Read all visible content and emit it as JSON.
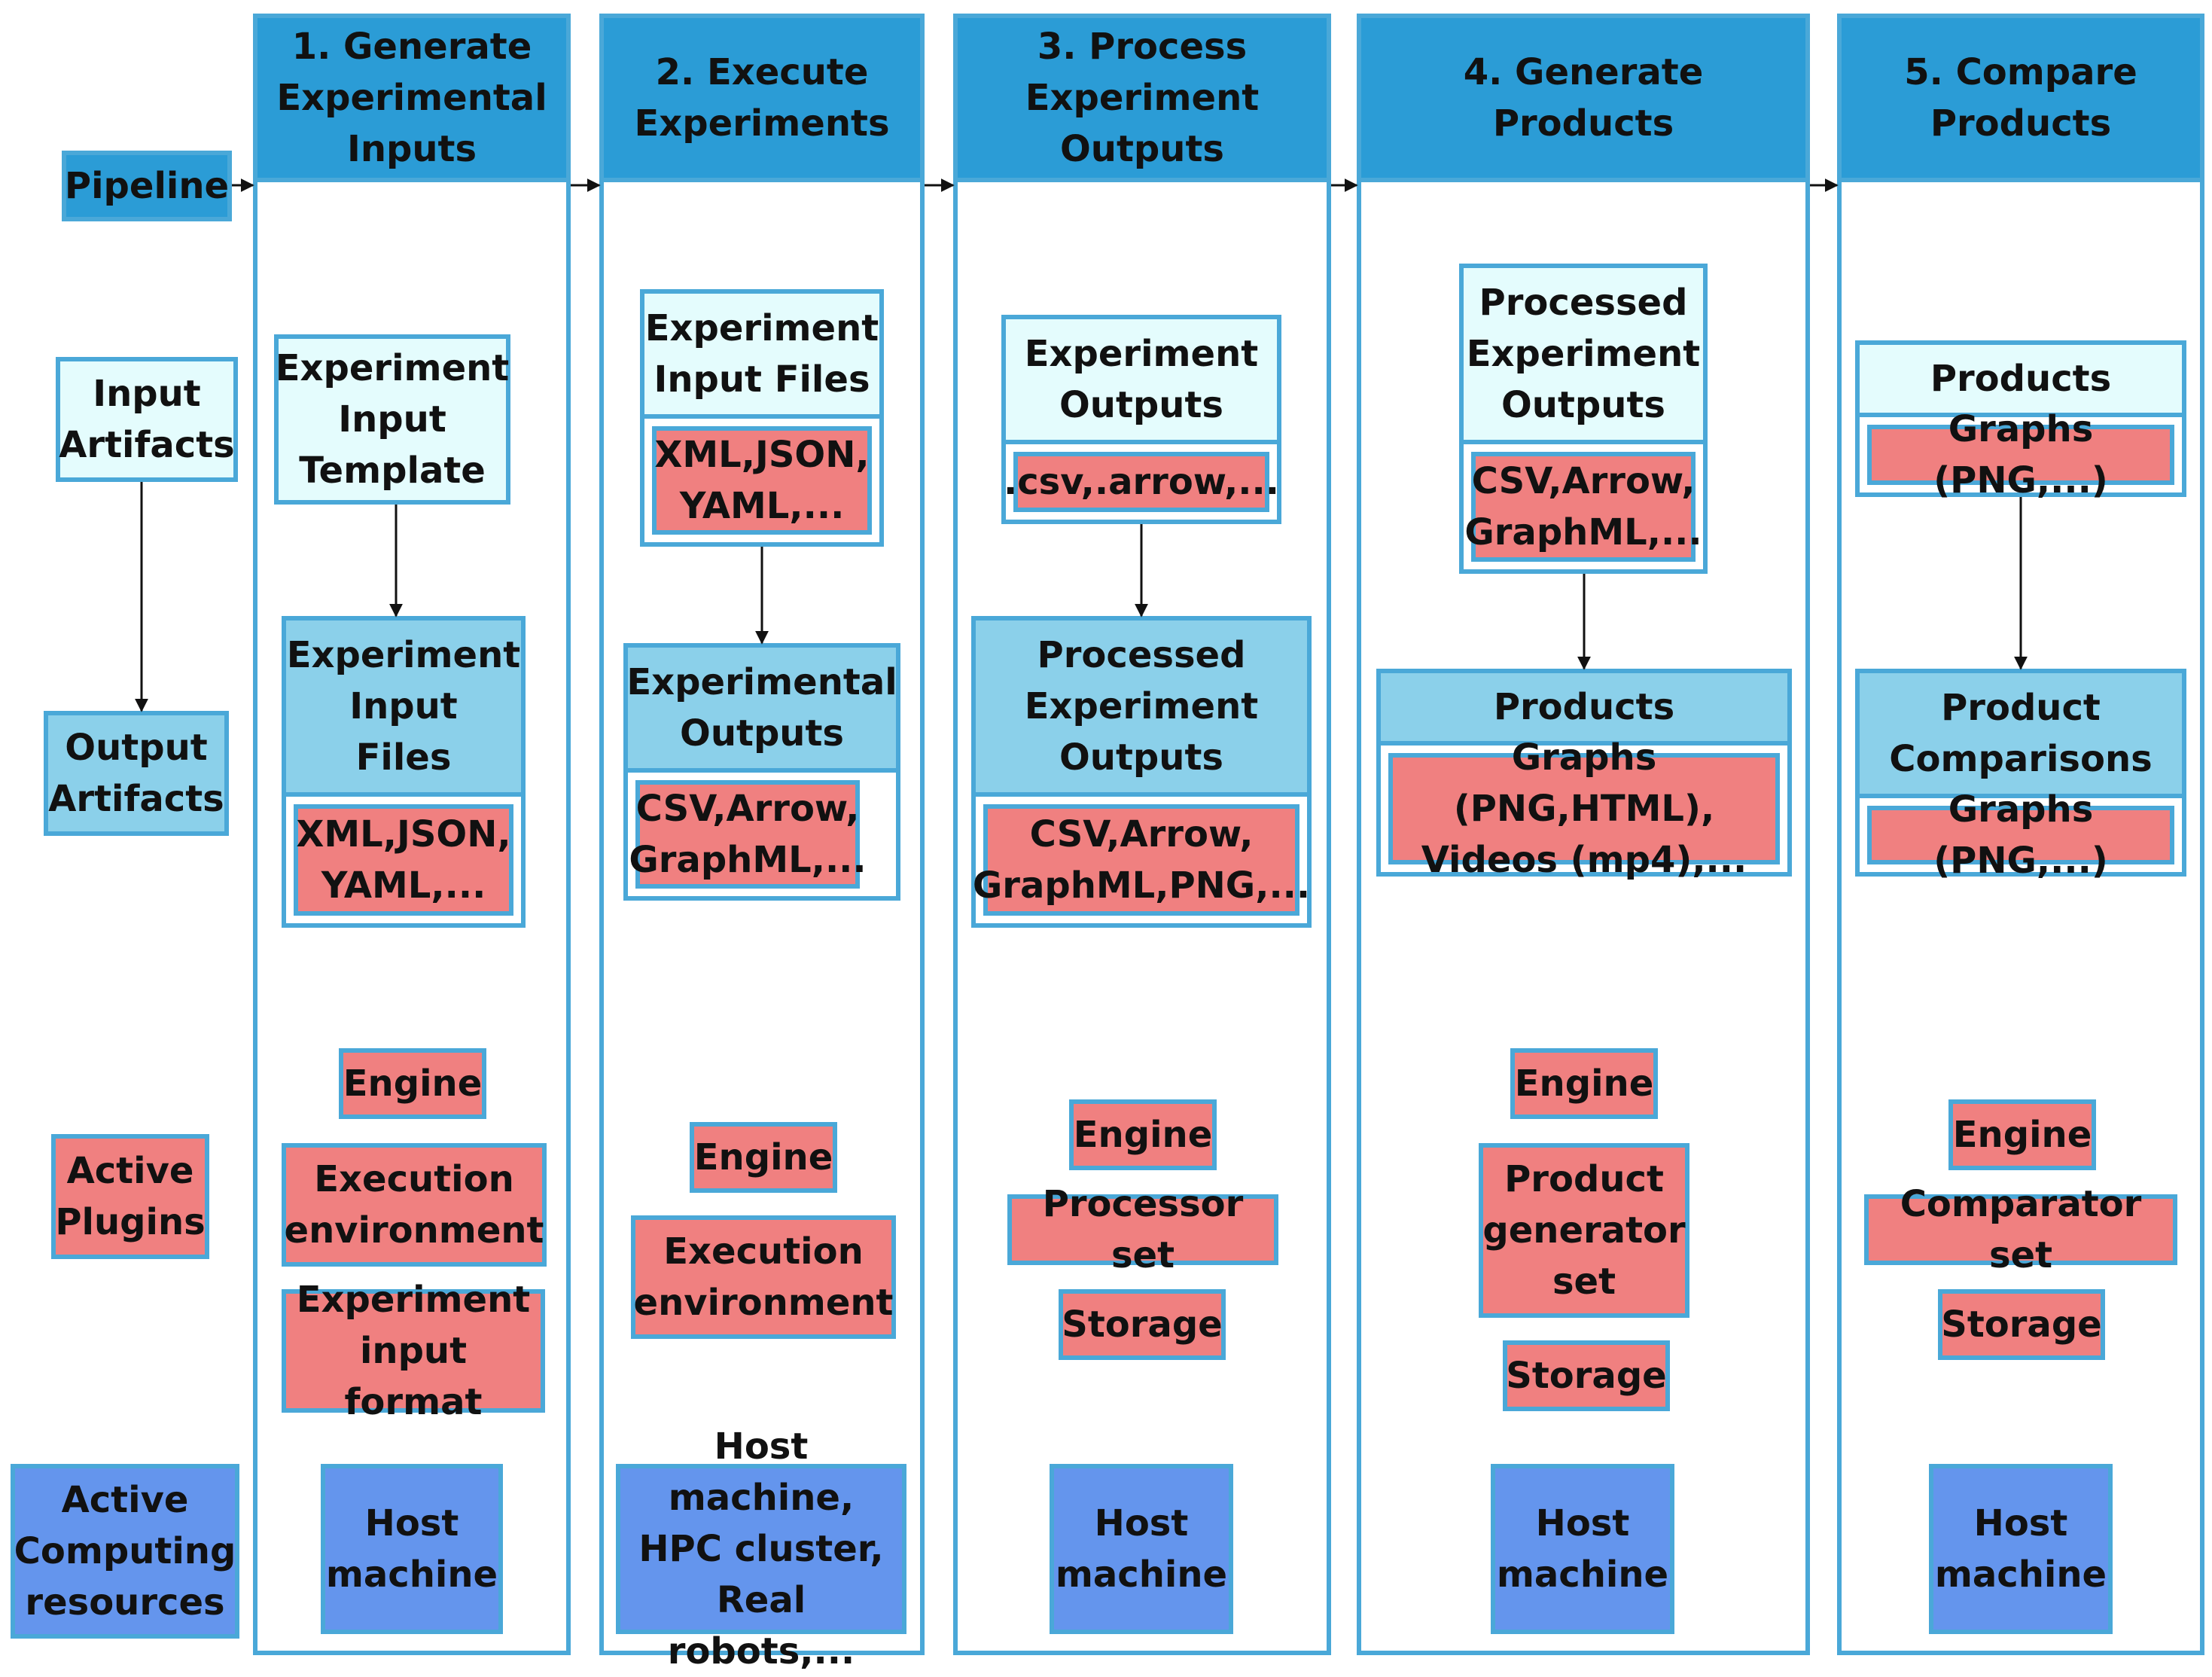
{
  "row_labels": {
    "pipeline": "Pipeline",
    "input_artifacts": "Input\nArtifacts",
    "output_artifacts": "Output\nArtifacts",
    "active_plugins": "Active\nPlugins",
    "active_computing": "Active\nComputing\nresources"
  },
  "stages": [
    {
      "title": "1. Generate\nExperimental\nInputs",
      "input_box": {
        "title": "Experiment\nInput\nTemplate"
      },
      "output_box": {
        "title": "Experiment\nInput\nFiles",
        "detail": "XML,JSON,\nYAML,..."
      },
      "plugins": [
        "Engine",
        "Execution\nenvironment",
        "Experiment\ninput format"
      ],
      "computing": "Host\nmachine"
    },
    {
      "title": "2. Execute\nExperiments",
      "input_box": {
        "title": "Experiment\nInput Files",
        "detail": "XML,JSON,\nYAML,..."
      },
      "output_box": {
        "title": "Experimental\nOutputs",
        "detail": "CSV,Arrow,\nGraphML,..."
      },
      "plugins": [
        "Engine",
        "Execution\nenvironment"
      ],
      "computing": "Host machine,\nHPC cluster,\nReal robots,..."
    },
    {
      "title": "3. Process\nExperiment\nOutputs",
      "input_box": {
        "title": "Experiment\nOutputs",
        "detail": ".csv,.arrow,..."
      },
      "output_box": {
        "title": "Processed\nExperiment\nOutputs",
        "detail": "CSV,Arrow,\nGraphML,PNG,..."
      },
      "plugins": [
        "Engine",
        "Processor set",
        "Storage"
      ],
      "computing": "Host\nmachine"
    },
    {
      "title": "4. Generate\nProducts",
      "input_box": {
        "title": "Processed\nExperiment\nOutputs",
        "detail": "CSV,Arrow,\nGraphML,..."
      },
      "output_box": {
        "title": "Products",
        "detail": "Graphs (PNG,HTML),\nVideos (mp4),..."
      },
      "plugins": [
        "Engine",
        "Product\ngenerator\nset",
        "Storage"
      ],
      "computing": "Host\nmachine"
    },
    {
      "title": "5. Compare\nProducts",
      "input_box": {
        "title": "Products",
        "detail": "Graphs (PNG,...)"
      },
      "output_box": {
        "title": "Product\nComparisons",
        "detail": "Graphs (PNG,...)"
      },
      "plugins": [
        "Engine",
        "Comparator set",
        "Storage"
      ],
      "computing": "Host\nmachine"
    }
  ],
  "colors": {
    "pipeline": "#2b9cd6",
    "input_artifact": "#e4fcfd",
    "output_artifact": "#8bd0ea",
    "plugin": "#f08080",
    "computing": "#6495ed",
    "border": "#4aa8d8"
  }
}
